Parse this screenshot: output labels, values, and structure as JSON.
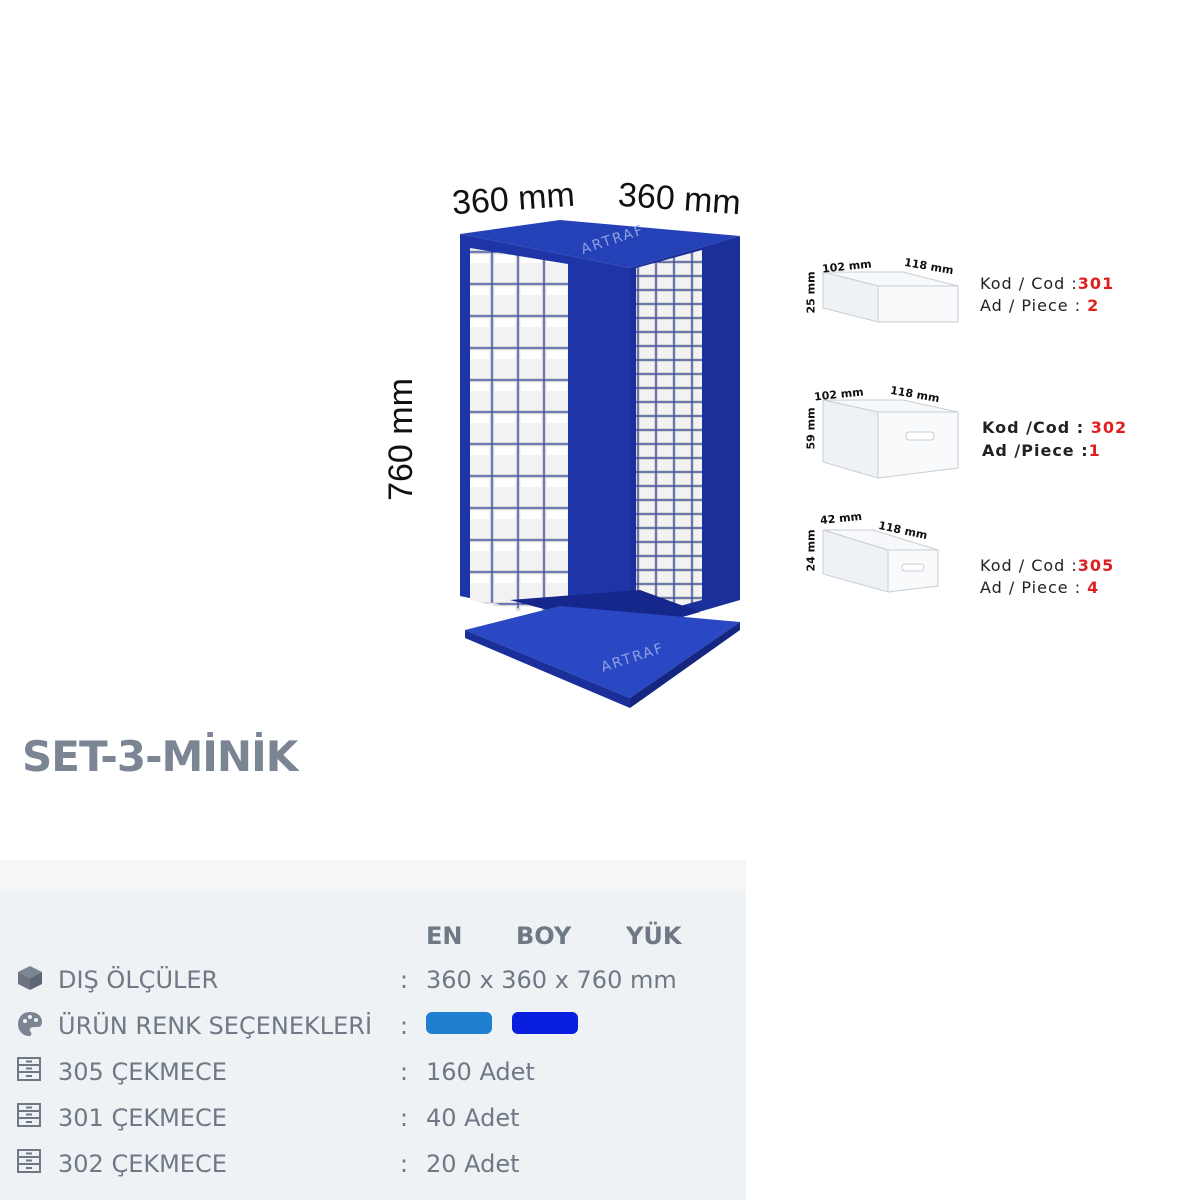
{
  "product": {
    "dimensions": {
      "width": "360 mm",
      "depth": "360 mm",
      "height": "760 mm"
    },
    "watermark": "ARTRAF",
    "title": "SET-3-MİNİK"
  },
  "drawers": [
    {
      "w": "102 mm",
      "d": "118 mm",
      "h": "25 mm",
      "kod_label": "Kod / Cod  :",
      "kod": "301",
      "ad_label": "Ad / Piece  : ",
      "ad": "2"
    },
    {
      "w": "102 mm",
      "d": "118 mm",
      "h": "59 mm",
      "kod_label": "Kod /Cod  : ",
      "kod": "302",
      "ad_label": "Ad /Piece :",
      "ad": "1"
    },
    {
      "w": "42 mm",
      "d": "118 mm",
      "h": "24 mm",
      "kod_label": "Kod / Cod  :",
      "kod": "305",
      "ad_label": "Ad / Piece  : ",
      "ad": "4"
    }
  ],
  "specs": {
    "headers": [
      "EN",
      "BOY",
      "YÜK"
    ],
    "rows": [
      {
        "icon": "box-icon",
        "label": "DIŞ ÖLÇÜLER",
        "sep": ":",
        "value": "360 x 360 x 760 mm"
      },
      {
        "icon": "palette-icon",
        "label": "ÜRÜN RENK SEÇENEKLERİ",
        "sep": ":",
        "value": ""
      },
      {
        "icon": "drawer-icon",
        "label": "305 ÇEKMECE",
        "sep": ":",
        "value": "160 Adet"
      },
      {
        "icon": "drawer-icon",
        "label": "301 ÇEKMECE",
        "sep": ":",
        "value": "40 Adet"
      },
      {
        "icon": "drawer-icon",
        "label": "302 ÇEKMECE",
        "sep": ":",
        "value": "20 Adet"
      }
    ],
    "colors": [
      "#1e7fd0",
      "#0a1ee0"
    ]
  }
}
